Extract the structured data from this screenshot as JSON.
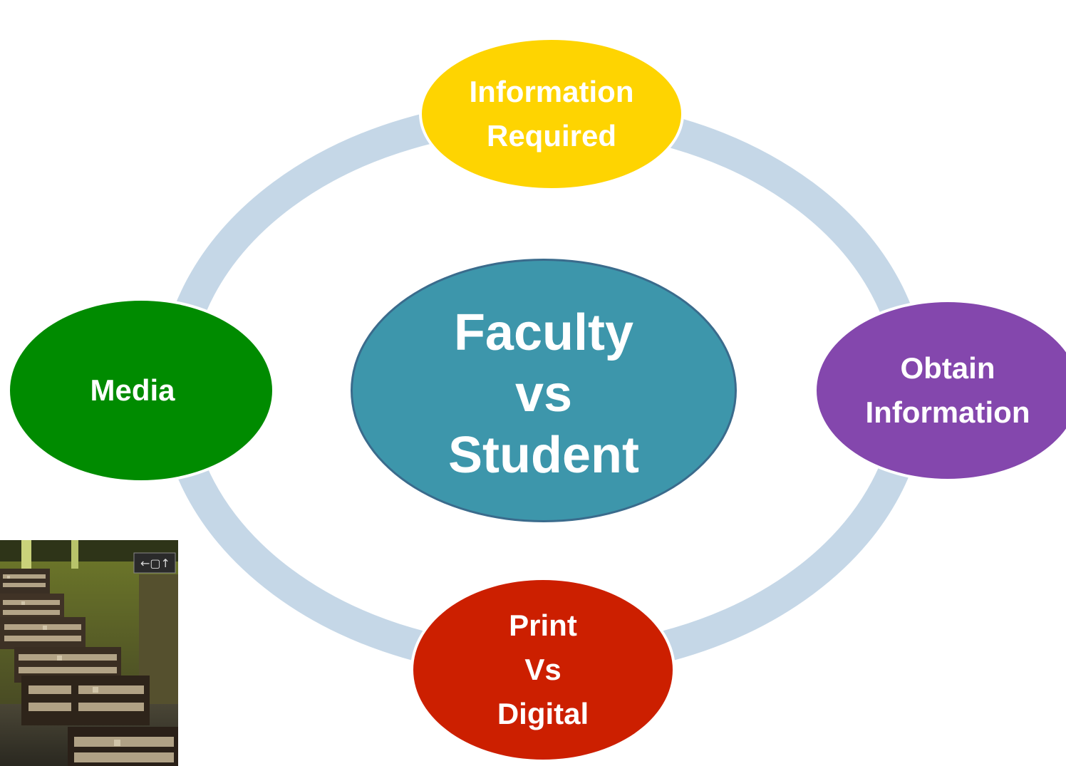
{
  "diagram": {
    "center": {
      "lines": [
        "Faculty",
        "vs",
        "Student"
      ],
      "color": "#3d96ab"
    },
    "nodes": {
      "top": {
        "lines": [
          "Information",
          "Required"
        ],
        "color": "#fed401"
      },
      "right": {
        "lines": [
          "Obtain",
          "Information"
        ],
        "color": "#8447ad"
      },
      "bottom": {
        "lines": [
          "Print",
          "Vs",
          "Digital"
        ],
        "color": "#cc1f00"
      },
      "left": {
        "lines": [
          "Media"
        ],
        "color": "#008b00"
      }
    },
    "ring_color": "#c5d7e7"
  },
  "photo": {
    "icon": "library-bookshelves-image"
  }
}
